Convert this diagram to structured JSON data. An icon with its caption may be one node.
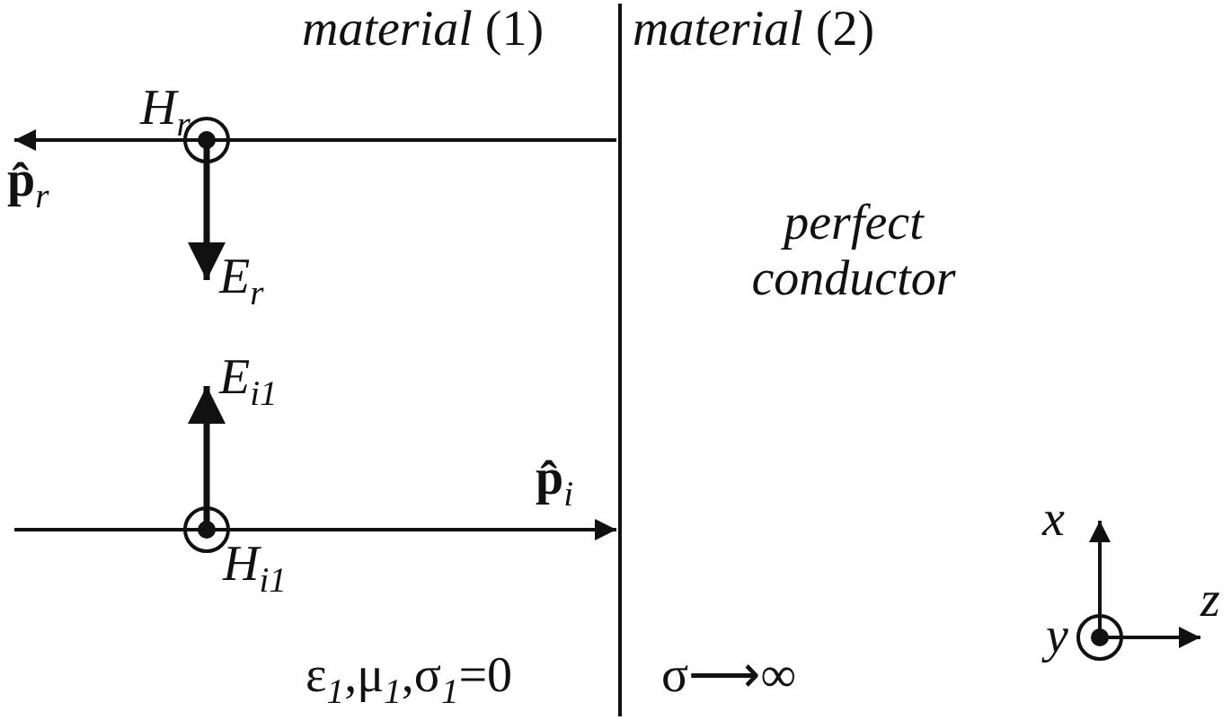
{
  "diagram": {
    "labels": [
      "*material* (1)",
      "*material* (2)",
      "H$_{r}$",
      "**p̂**$_{r}$",
      "E$_{r}$",
      "perfect conductor",
      "E$_{i1}$",
      "**p̂**$_{i}$",
      "H$_{i1}$",
      "ε$_{1}$,μ$_{1}$,σ$_{1}$=0",
      "σ⟶∞",
      "x",
      "y",
      "z"
    ]
  }
}
